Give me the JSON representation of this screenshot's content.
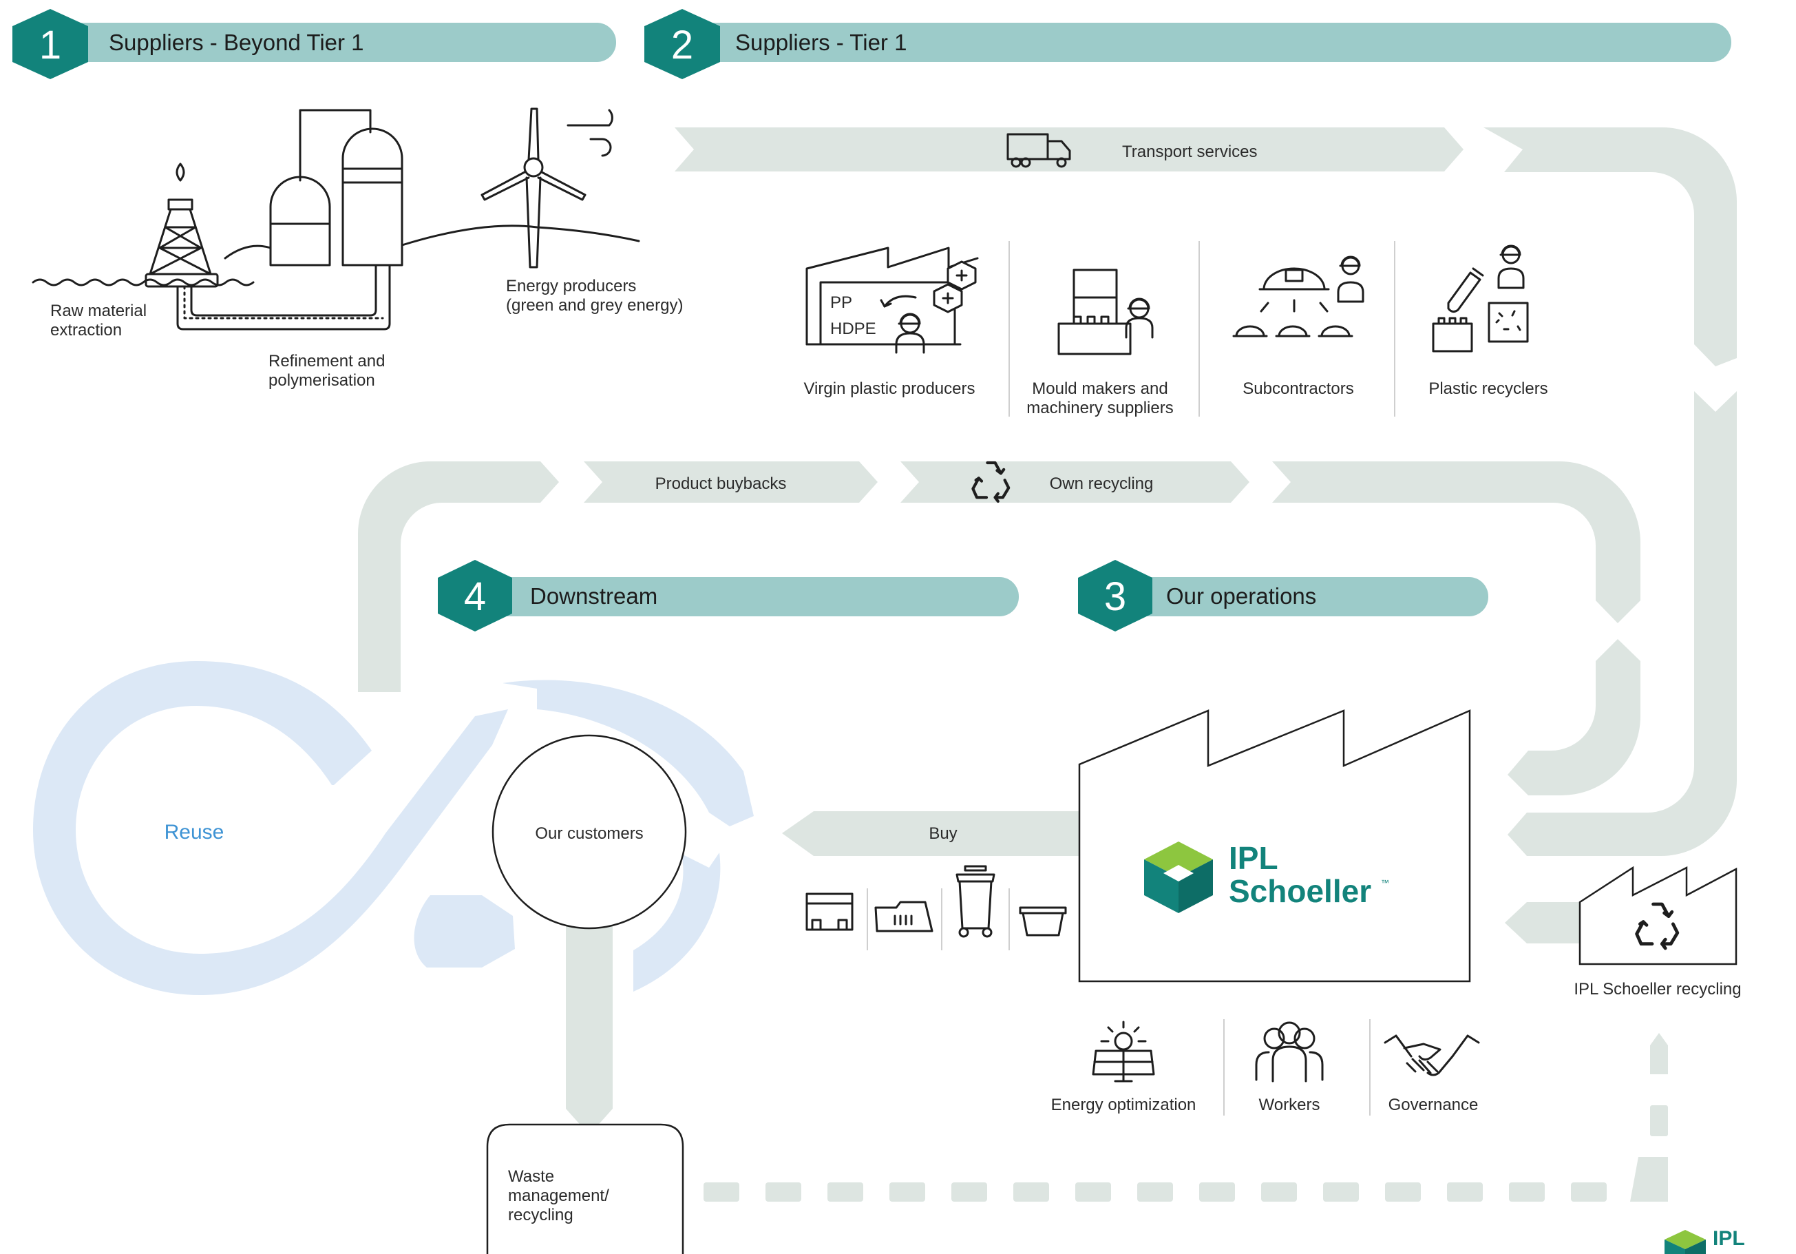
{
  "sections": [
    {
      "number": "1",
      "title": "Suppliers - Beyond Tier 1"
    },
    {
      "number": "2",
      "title": "Suppliers - Tier 1"
    },
    {
      "number": "3",
      "title": "Our operations"
    },
    {
      "number": "4",
      "title": "Downstream"
    }
  ],
  "tier_beyond": {
    "raw_material": [
      "Raw material",
      "extraction"
    ],
    "refinement": [
      "Refinement and",
      "polymerisation"
    ],
    "energy": [
      "Energy producers",
      "(green and grey energy)"
    ]
  },
  "transport": {
    "label": "Transport services",
    "icon": "truck-icon"
  },
  "tier1": [
    {
      "label": [
        "Virgin plastic producers"
      ],
      "icon": "factory-pp-hdpe-icon",
      "inner": [
        "PP",
        "HDPE"
      ]
    },
    {
      "label": [
        "Mould makers and",
        "machinery suppliers"
      ],
      "icon": "mould-machinery-icon"
    },
    {
      "label": [
        "Subcontractors"
      ],
      "icon": "subcontractors-icon"
    },
    {
      "label": [
        "Plastic recyclers"
      ],
      "icon": "plastic-recycler-icon"
    }
  ],
  "return_flows": {
    "product_buybacks": "Product buybacks",
    "own_recycling": "Own recycling"
  },
  "downstream": {
    "reuse": "Reuse",
    "customers": "Our customers",
    "buy": "Buy",
    "waste": [
      "Waste",
      "management/",
      "recycling"
    ]
  },
  "products": [
    "pallet-icon",
    "crate-icon",
    "wheelie-bin-icon",
    "tub-icon"
  ],
  "operations": {
    "company": {
      "line1": "IPL",
      "line2": "Schoeller",
      "tm": "™"
    },
    "items": [
      {
        "label": "Energy optimization",
        "icon": "solar-panel-icon"
      },
      {
        "label": "Workers",
        "icon": "workers-icon"
      },
      {
        "label": "Governance",
        "icon": "handshake-icon"
      }
    ],
    "recycling_plant": "IPL Schoeller recycling"
  },
  "colors": {
    "teal": "#12837b",
    "teal_bar": "#9ccbc9",
    "flow_grey": "#dde5e1",
    "loop_blue": "#dce8f6",
    "reuse_text": "#3e93d4"
  }
}
